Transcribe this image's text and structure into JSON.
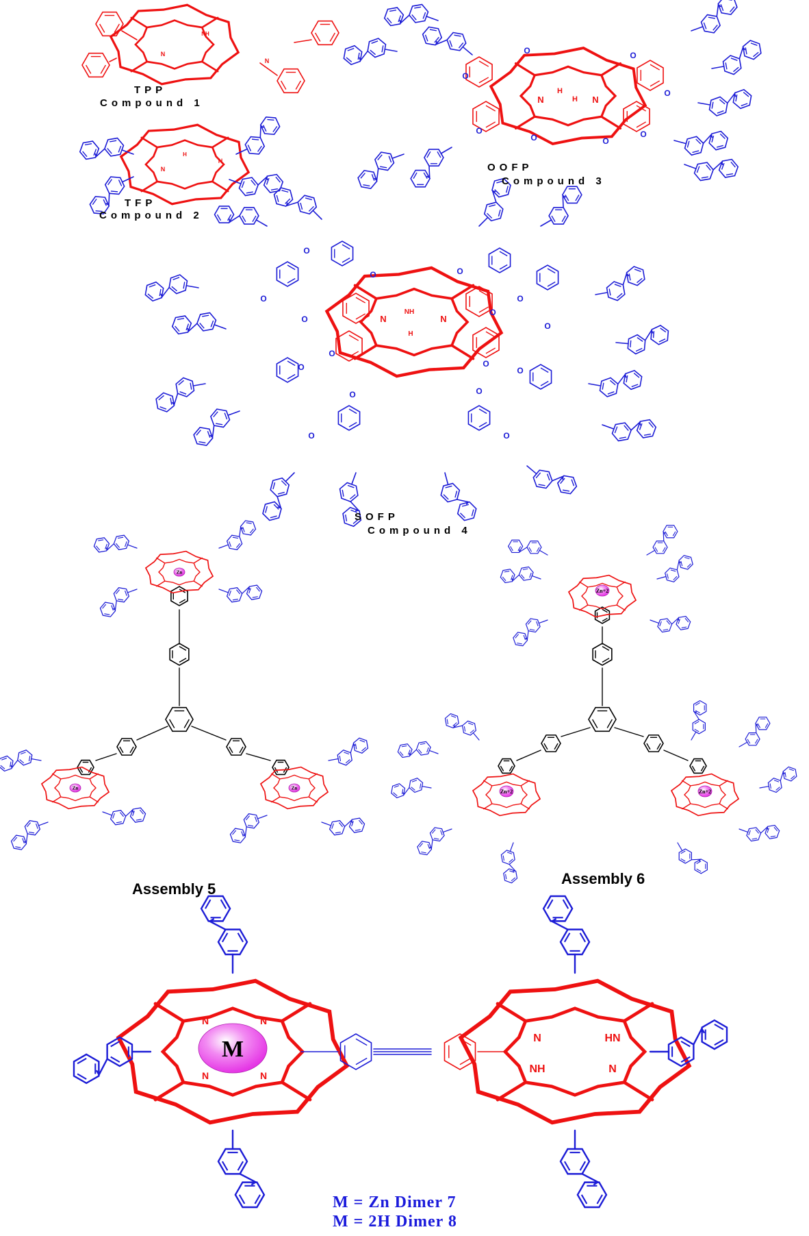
{
  "colors": {
    "porphyrin": "#ee1111",
    "fluorene": "#1c1cd6",
    "linker": "#000000",
    "metal": "#e535e5",
    "dimer_label": "#1a1adb"
  },
  "compounds": [
    {
      "abbrev": "TPP",
      "name": "Compound 1"
    },
    {
      "abbrev": "TFP",
      "name": "Compound 2"
    },
    {
      "abbrev": "OOFP",
      "name": "Compound 3"
    },
    {
      "abbrev": "SOFP",
      "name": "Compound 4"
    }
  ],
  "assemblies": [
    {
      "name": "Assembly 5"
    },
    {
      "name": "Assembly 6"
    }
  ],
  "atoms": {
    "n": "N",
    "hn": "HN",
    "nh": "NH",
    "h": "H",
    "o": "O",
    "zn": "Zn",
    "zn2": "Zn+2",
    "metal": "M"
  },
  "dimers": [
    {
      "label": "M = Zn    Dimer 7"
    },
    {
      "label": "M = 2H    Dimer 8"
    }
  ]
}
